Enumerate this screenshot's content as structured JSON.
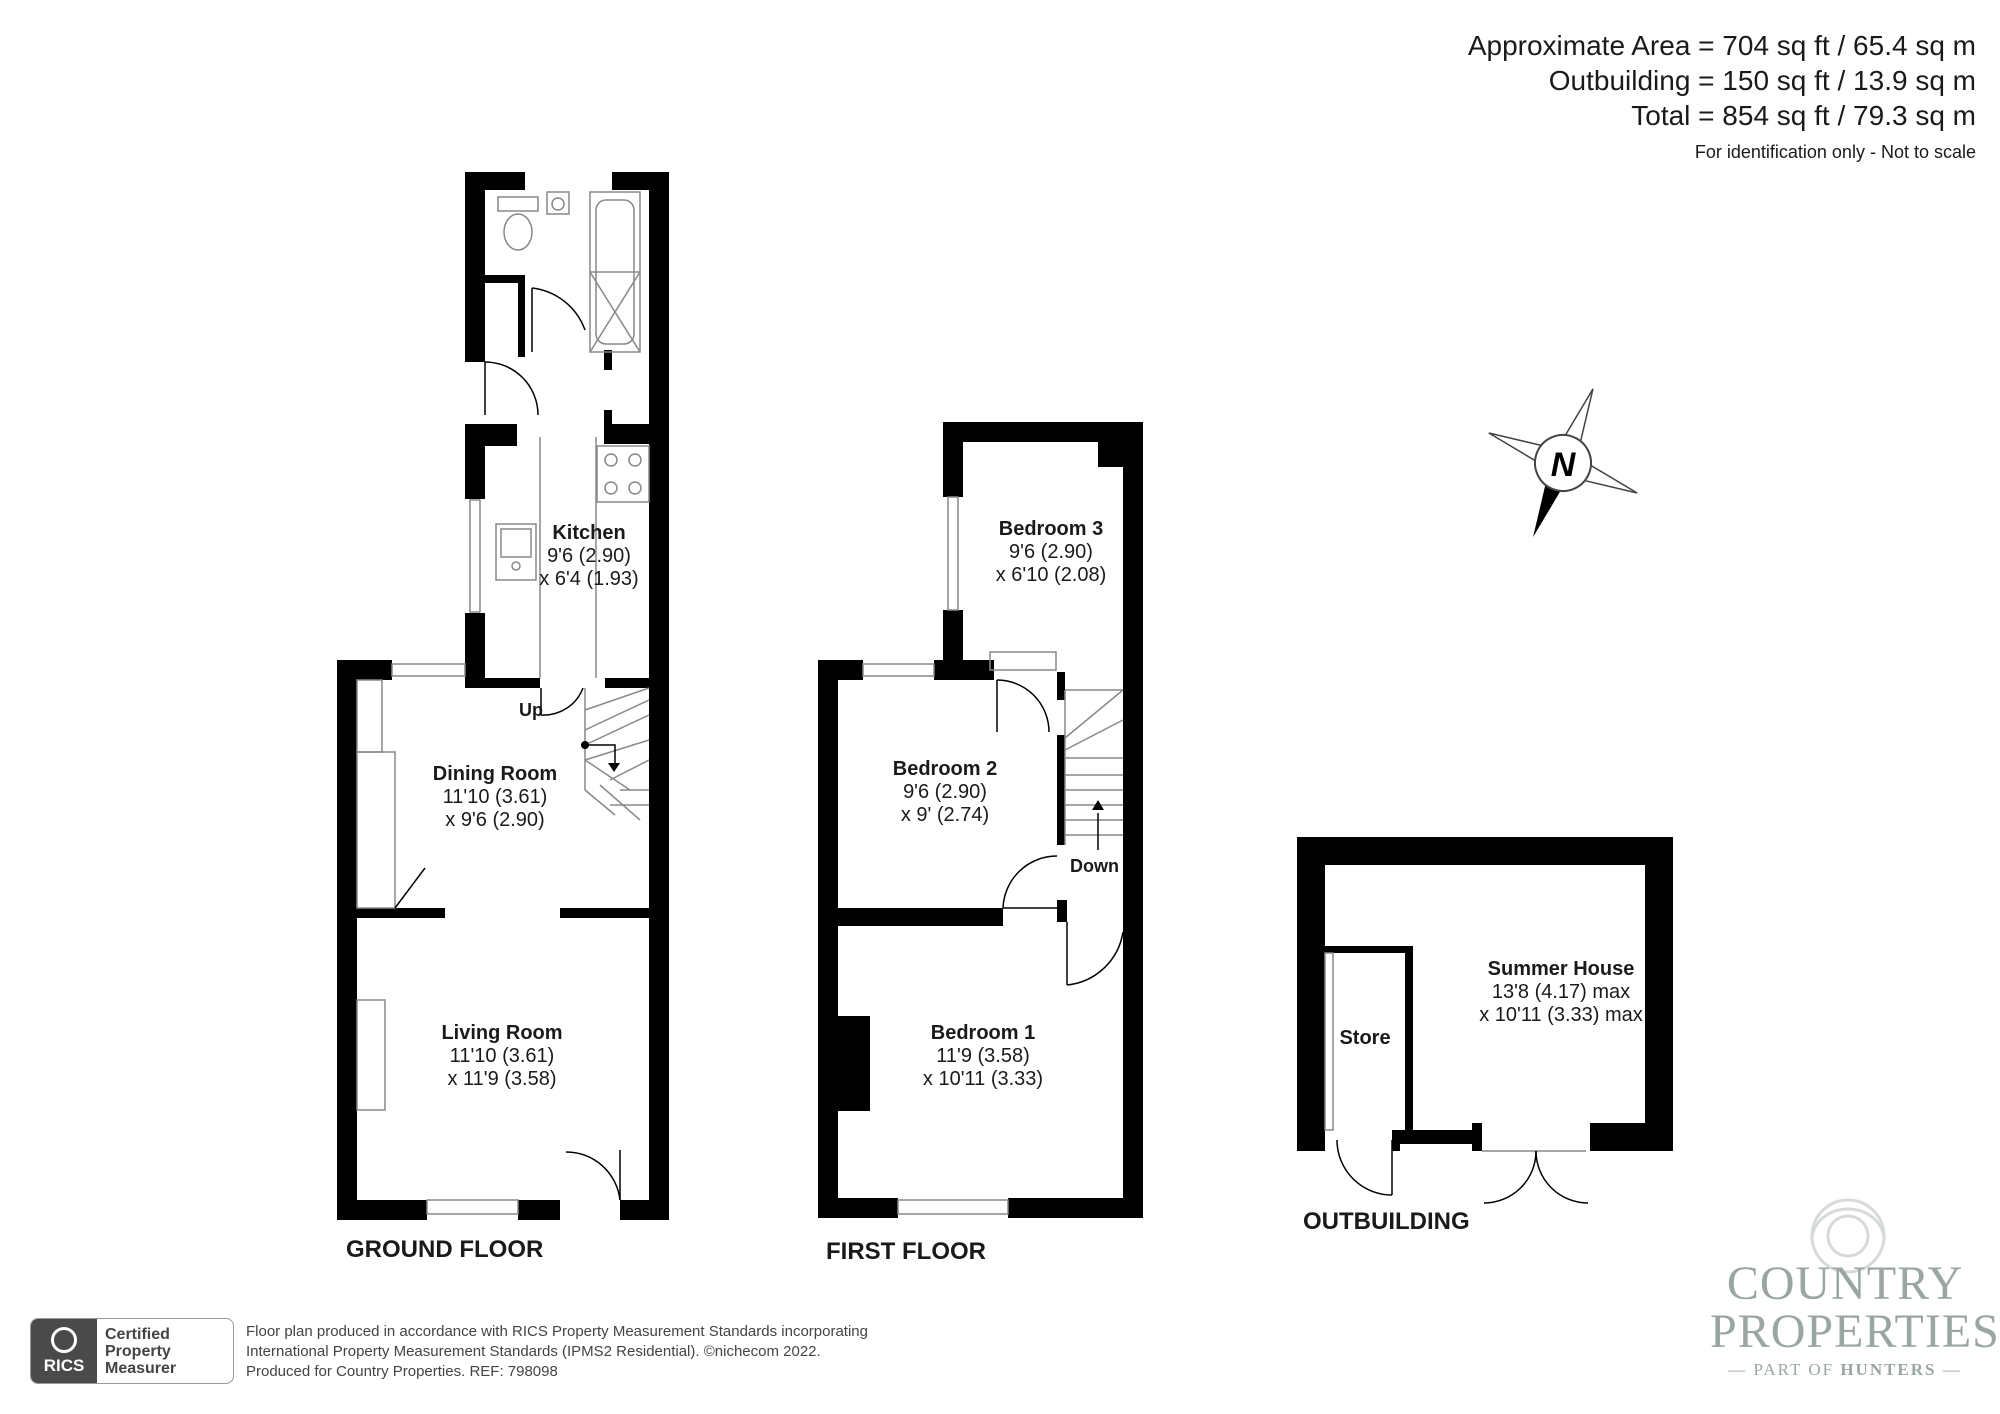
{
  "areas": {
    "approximate": "Approximate Area = 704 sq ft / 65.4 sq m",
    "outbuilding": "Outbuilding = 150 sq ft / 13.9 sq m",
    "total": "Total = 854 sq ft / 79.3 sq m",
    "note": "For identification only - Not to scale"
  },
  "compass": {
    "label": "N"
  },
  "floors": {
    "ground": {
      "label": "GROUND FLOOR",
      "rooms": {
        "kitchen": {
          "name": "Kitchen",
          "dim1": "9'6 (2.90)",
          "dim2": "x 6'4 (1.93)"
        },
        "dining": {
          "name": "Dining Room",
          "dim1": "11'10 (3.61)",
          "dim2": "x 9'6 (2.90)"
        },
        "living": {
          "name": "Living Room",
          "dim1": "11'10 (3.61)",
          "dim2": "x 11'9 (3.58)"
        }
      },
      "stair_label": "Up"
    },
    "first": {
      "label": "FIRST FLOOR",
      "rooms": {
        "bedroom3": {
          "name": "Bedroom 3",
          "dim1": "9'6 (2.90)",
          "dim2": "x 6'10 (2.08)"
        },
        "bedroom2": {
          "name": "Bedroom 2",
          "dim1": "9'6 (2.90)",
          "dim2": "x 9' (2.74)"
        },
        "bedroom1": {
          "name": "Bedroom 1",
          "dim1": "11'9 (3.58)",
          "dim2": "x 10'11 (3.33)"
        }
      },
      "stair_label": "Down"
    },
    "outbuilding": {
      "label": "OUTBUILDING",
      "rooms": {
        "summer": {
          "name": "Summer House",
          "dim1": "13'8 (4.17) max",
          "dim2": "x 10'11 (3.33) max"
        },
        "store": {
          "name": "Store"
        }
      }
    }
  },
  "certification": {
    "org": "RICS",
    "line1": "Certified",
    "line2": "Property",
    "line3": "Measurer"
  },
  "footer": {
    "line1": "Floor plan produced in accordance with RICS Property Measurement Standards incorporating",
    "line2": "International Property Measurement Standards (IPMS2 Residential).   ©nichecom 2022.",
    "line3": "Produced for Country Properties.   REF: 798098"
  },
  "brand": {
    "line1": "COUNTRY",
    "line2": "PROPERTIES",
    "part_of": "PART OF",
    "parent": "HUNTERS"
  },
  "colors": {
    "wall": "#000000",
    "thin": "#888888",
    "brand": "#9aa6a0"
  }
}
